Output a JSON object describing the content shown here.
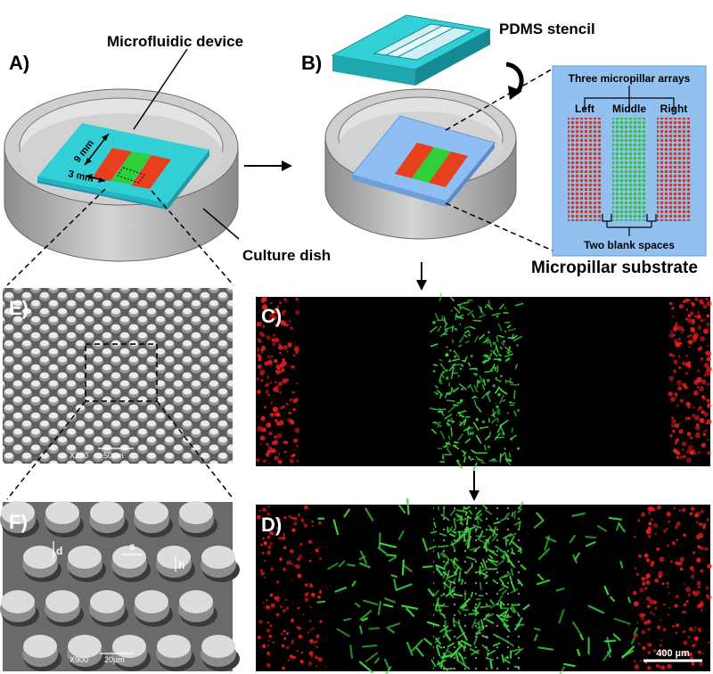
{
  "panels": {
    "a": "A)",
    "b": "B)",
    "c": "C)",
    "d": "D)",
    "e": "E)",
    "f": "F)"
  },
  "callouts": {
    "microfluidic_device": "Microfluidic device",
    "pdms_stencil": "PDMS stencil",
    "culture_dish": "Culture dish",
    "micropillar_substrate": "Micropillar substrate"
  },
  "dimensions": {
    "length": "9 mm",
    "width": "3 mm"
  },
  "inset": {
    "title": "Three micropillar arrays",
    "left": "Left",
    "middle": "Middle",
    "right": "Right",
    "bottom": "Two blank spaces"
  },
  "sem_e": {
    "magnification": "X270",
    "scale": "50µm"
  },
  "sem_f": {
    "magnification": "X900",
    "scale": "20µm",
    "d": "d",
    "s": "s",
    "h": "h"
  },
  "scale_bar_d": "400 µm",
  "colors": {
    "cyan_device": "#33cfd6",
    "substrate_blue": "#8fbff2",
    "array_red": "#e8401c",
    "array_green": "#2fcf3a",
    "cell_red": "#e51d1d",
    "cell_green": "#3fd93f",
    "inset_bg": "#92c1f0",
    "dish_gray": "#b9b9b9"
  }
}
